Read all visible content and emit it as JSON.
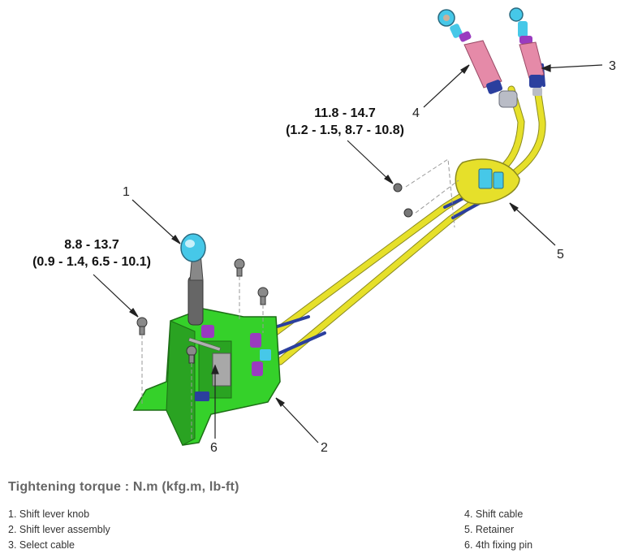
{
  "torque_specs": {
    "lever_bolts": {
      "line1": "8.8 - 13.7",
      "line2": "(0.9 - 1.4, 6.5 - 10.1)"
    },
    "retainer_bolts": {
      "line1": "11.8 - 14.7",
      "line2": "(1.2 - 1.5, 8.7 - 10.8)"
    }
  },
  "callouts": {
    "c1": "1",
    "c2": "2",
    "c3": "3",
    "c4": "4",
    "c5": "5",
    "c6": "6"
  },
  "heading": "Tightening torque : N.m (kfg.m, lb-ft)",
  "legend": {
    "left": [
      "1. Shift lever knob",
      "2. Shift lever assembly",
      "3. Select cable"
    ],
    "right": [
      "4. Shift cable",
      "5. Retainer",
      "6. 4th fixing pin"
    ]
  },
  "colors": {
    "lever_assembly": "#35d12a",
    "cable_sheath": "#e6e02a",
    "cable_inner": "#2b3f9e",
    "knob": "#46c8e8",
    "cable_boot": "#e58aa8",
    "fastener_purple": "#9a3bbf"
  }
}
